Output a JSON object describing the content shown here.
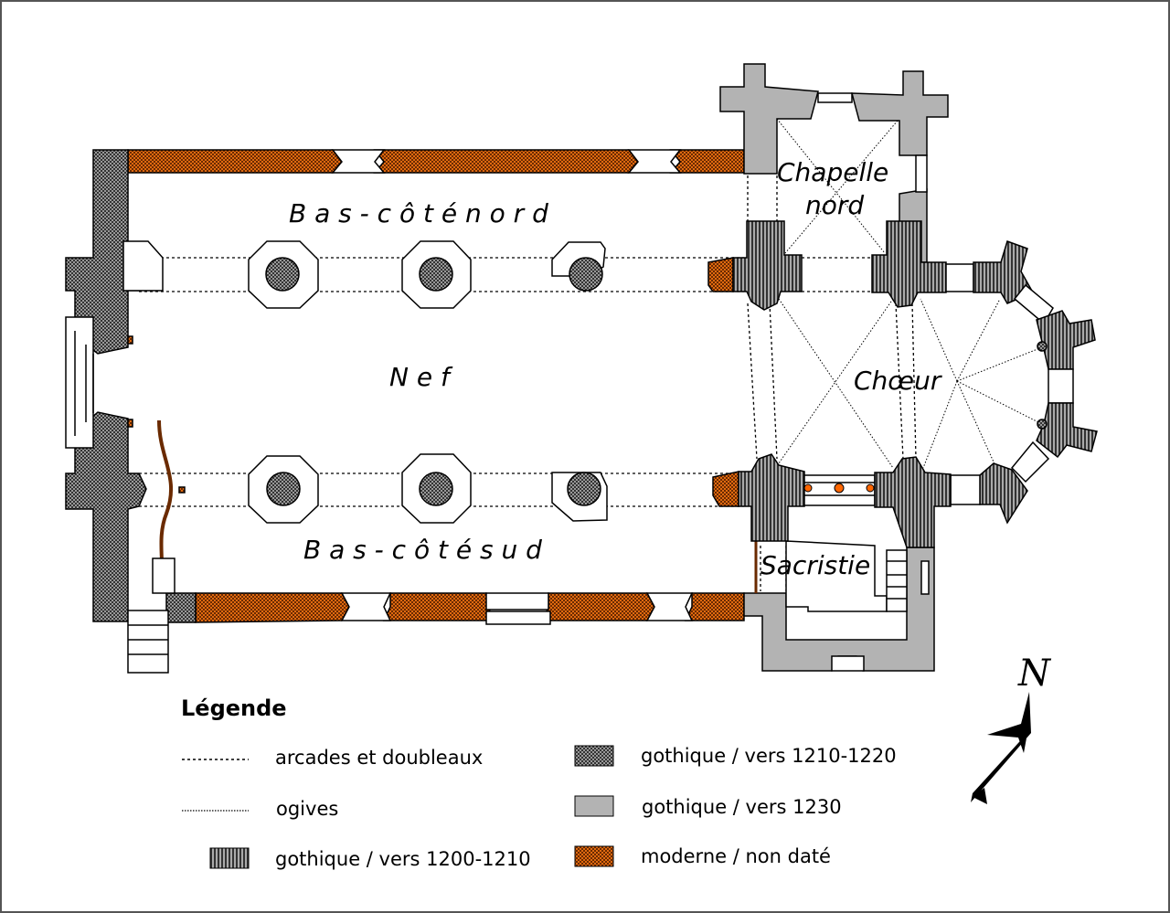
{
  "plan": {
    "labels": {
      "north_aisle": "B a s - c ô t é   n o r d",
      "nave": "N  e  f",
      "choir": "Chœur",
      "chapel_line1": "Chapelle",
      "chapel_line2": "nord",
      "sacristy": "Sacristie",
      "south_aisle": "B a s - c ô t é   s u d"
    },
    "compass": "N"
  },
  "legend": {
    "title": "Légende",
    "items": [
      {
        "label": "arcades et doubleaux",
        "symbol": "dashed-line"
      },
      {
        "label": "ogives",
        "symbol": "dotted-line"
      },
      {
        "label": "gothique / vers 1200-1210",
        "symbol": "striped",
        "color": "#333333"
      },
      {
        "label": "gothique / vers 1210-1220",
        "symbol": "checker",
        "color": "#555555"
      },
      {
        "label": "gothique / vers 1230",
        "symbol": "solid",
        "color": "#b3b3b3"
      },
      {
        "label": "moderne / non daté",
        "symbol": "checker",
        "color": "#c85a00"
      }
    ]
  }
}
